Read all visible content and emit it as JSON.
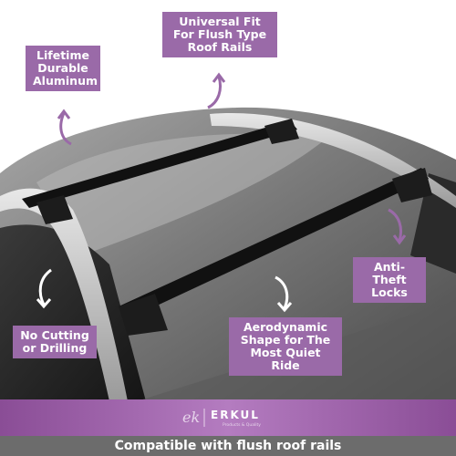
{
  "callouts": {
    "lifetime": "Lifetime\nDurable\nAluminum",
    "universal": "Universal Fit\nFor Flush Type\nRoof Rails",
    "antitheft": "Anti-Theft\nLocks",
    "nocutting": "No Cutting\nor Drilling",
    "aero": "Aerodynamic\nShape for The\nMost Quiet Ride"
  },
  "brand": {
    "monogram": "ek",
    "name": "ERKUL",
    "tagline": "Products & Quality"
  },
  "footer": {
    "caption": "Compatible with flush roof rails"
  },
  "colors": {
    "callout_bg": "#9a6aa8",
    "band": "#a468b0",
    "footer_bg": "#6c6c6c",
    "car_body": "#6e6e6e",
    "crossbar": "#111111"
  }
}
